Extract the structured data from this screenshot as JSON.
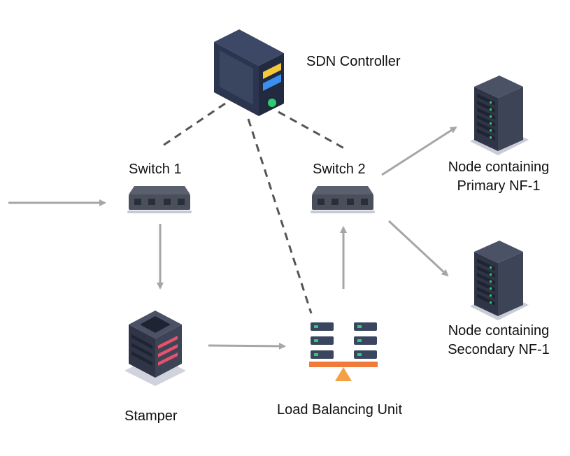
{
  "labels": {
    "sdn_controller": "SDN Controller",
    "switch1": "Switch 1",
    "switch2": "Switch 2",
    "primary_node_line1": "Node containing",
    "primary_node_line2": "Primary NF-1",
    "secondary_node_line1": "Node containing",
    "secondary_node_line2": "Secondary NF-1",
    "stamper": "Stamper",
    "load_balancing_unit": "Load Balancing Unit"
  },
  "colors": {
    "arrow": "#a6a6a6",
    "dashed_link": "#555555",
    "device_dark": "#2b3550",
    "device_mid": "#3a4560",
    "switch_body": "#4a4f5c",
    "led_green": "#2ecc71",
    "led_red": "#e8516b",
    "lb_bar": "#f07a3a",
    "lb_fulcrum": "#f5a043",
    "ctrl_yellow": "#f5c83a",
    "ctrl_blue": "#3a8ff0"
  }
}
